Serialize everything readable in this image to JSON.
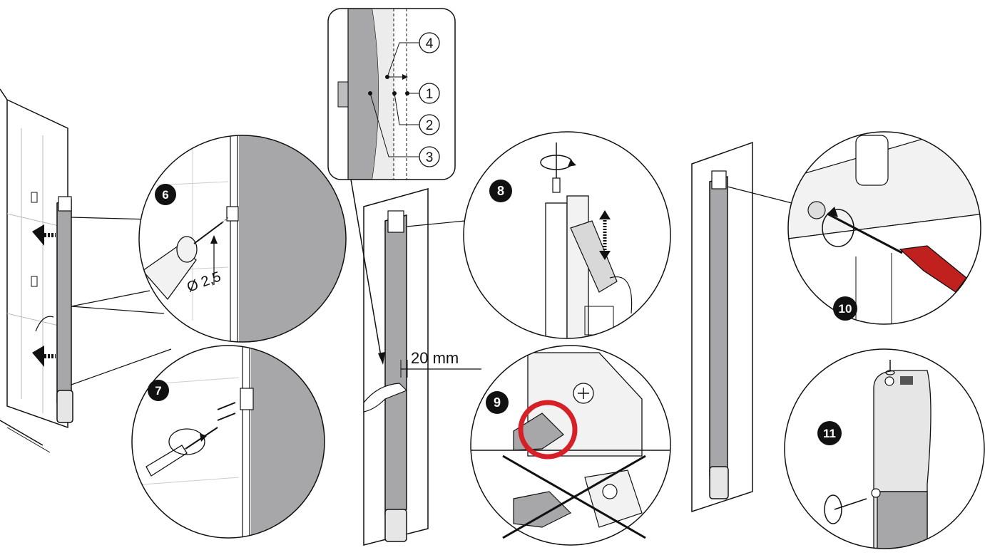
{
  "steps": {
    "s6": "6",
    "s7": "7",
    "s8": "8",
    "s9": "9",
    "s10": "10",
    "s11": "11"
  },
  "callouts": {
    "c1": "1",
    "c2": "2",
    "c3": "3",
    "c4": "4"
  },
  "labels": {
    "drill_diameter": "Ø 2,5",
    "gap": "20 mm"
  },
  "colors": {
    "line": "#111111",
    "profile_grey": "#a7a7a9",
    "light_grey": "#e6e6e6",
    "warning_red": "#d62027",
    "screwdriver_red": "#c0201e"
  }
}
